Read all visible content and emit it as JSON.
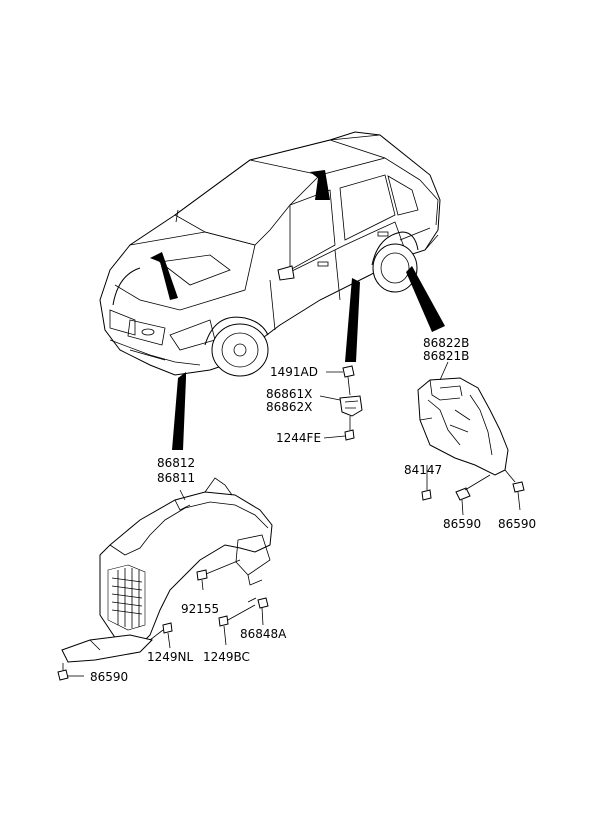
{
  "labels": {
    "front_upper": "86812",
    "front_lower": "86811",
    "screw_92155": "92155",
    "clip_86848a": "86848A",
    "bolt_1249nl": "1249NL",
    "bolt_1249bc": "1249BC",
    "nut_86590_front": "86590",
    "clip_1491ad": "1491AD",
    "mud_86861x": "86861X",
    "mud_86862x": "86862X",
    "bolt_1244fe": "1244FE",
    "rear_upper": "86822B",
    "rear_lower": "86821B",
    "clip_84147": "84147",
    "nut_86590_rear_left": "86590",
    "nut_86590_rear_right": "86590"
  },
  "colors": {
    "line": "#000000",
    "arrow": "#000000",
    "background": "#ffffff"
  }
}
